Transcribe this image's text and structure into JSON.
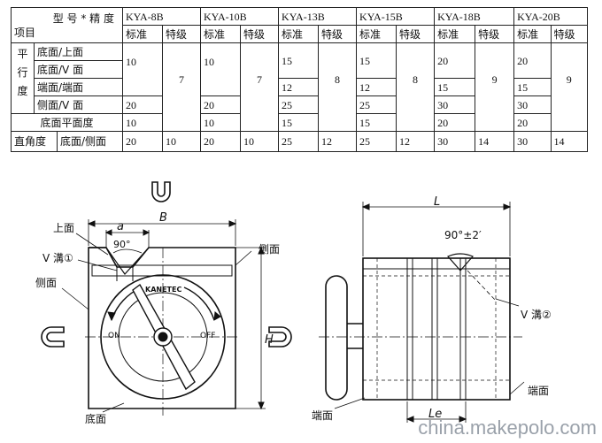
{
  "table": {
    "header_top": "型 号 * 精 度",
    "header_bottom": "项目",
    "models": [
      "KYA-8B",
      "KYA-10B",
      "KYA-13B",
      "KYA-15B",
      "KYA-18B",
      "KYA-20B"
    ],
    "grade_standard": "标准",
    "grade_special": "特级",
    "parallelism_label": [
      "平",
      "行",
      "度"
    ],
    "rows": {
      "bottom_top": "底面/上面",
      "bottom_v": "底面/V 面",
      "end_end": "端面/端面",
      "side_v": "侧面/V 面",
      "bottom_flatness": "底面平面度",
      "perpendicularity": "直角度",
      "bottom_side": "底面/侧面"
    },
    "values": {
      "kya8b": {
        "std_top": "10",
        "special_par": "7",
        "std_side": "20",
        "std_flat": "10",
        "std_perp": "20",
        "spe_perp": "10"
      },
      "kya10b": {
        "std_top": "10",
        "special_par": "7",
        "std_side": "20",
        "std_flat": "10",
        "std_perp": "20",
        "spe_perp": "10"
      },
      "kya13b": {
        "std_top": "15",
        "std_end": "12",
        "special_par": "8",
        "std_side": "25",
        "std_flat": "15",
        "std_perp": "25",
        "spe_perp": "12"
      },
      "kya15b": {
        "std_top": "15",
        "std_end": "12",
        "special_par": "8",
        "std_side": "25",
        "std_flat": "15",
        "std_perp": "25",
        "spe_perp": "12"
      },
      "kya18b": {
        "std_top": "20",
        "std_end": "15",
        "special_par": "9",
        "std_side": "30",
        "std_flat": "20",
        "std_perp": "30",
        "spe_perp": "14"
      },
      "kya20b": {
        "std_top": "20",
        "std_end": "15",
        "special_par": "9",
        "std_side": "30",
        "std_flat": "20",
        "std_perp": "30",
        "spe_perp": "14"
      }
    }
  },
  "drawing": {
    "label_top_face": "上面",
    "label_v_groove_1": "V 溝①",
    "label_side_face_left": "侧面",
    "label_side_face_right": "侧面",
    "label_bottom_face": "底面",
    "label_B": "B",
    "label_a": "a",
    "label_angle_front": "90°",
    "label_H": "H",
    "label_on": "ON",
    "label_off": "OFF",
    "brand": "KANETEC",
    "label_L": "L",
    "label_angle_side": "90°±2′",
    "label_v_groove_2": "V 溝②",
    "label_end_face_right": "端面",
    "label_end_face_left": "端面",
    "label_Le": "Le"
  },
  "watermark": "china.makepolo.com"
}
